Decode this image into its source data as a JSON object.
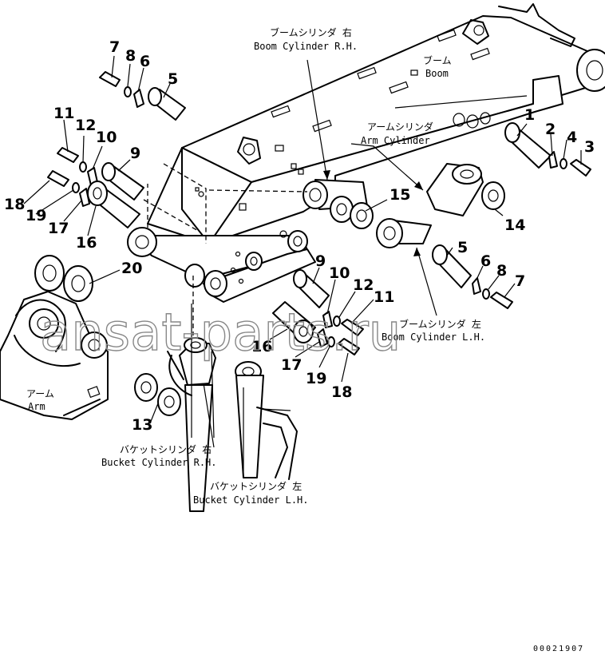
{
  "labels": {
    "boom_cyl_rh_jp": "ブームシリンダ 右",
    "boom_cyl_rh_en": "Boom Cylinder R.H.",
    "boom_jp": "ブーム",
    "boom_en": "Boom",
    "arm_cyl_jp": "アームシリンダ",
    "arm_cyl_en": "Arm Cylinder",
    "boom_cyl_lh_jp": "ブームシリンダ 左",
    "boom_cyl_lh_en": "Boom Cylinder L.H.",
    "arm_jp": "アーム",
    "arm_en": "Arm",
    "bucket_cyl_rh_jp": "バケットシリンダ 右",
    "bucket_cyl_rh_en": "Bucket Cylinder R.H.",
    "bucket_cyl_lh_jp": "バケットシリンダ 左",
    "bucket_cyl_lh_en": "Bucket Cylinder L.H."
  },
  "part_numbers": {
    "p7a": "7",
    "p8a": "8",
    "p6a": "6",
    "p5a": "5",
    "p11a": "11",
    "p12a": "12",
    "p10a": "10",
    "p9a": "9",
    "p18a": "18",
    "p19a": "19",
    "p17a": "17",
    "p16a": "16",
    "p20": "20",
    "p1": "1",
    "p2": "2",
    "p4": "4",
    "p3": "3",
    "p15": "15",
    "p14": "14",
    "p5b": "5",
    "p6b": "6",
    "p8b": "8",
    "p7b": "7",
    "p9b": "9",
    "p10b": "10",
    "p12b": "12",
    "p11b": "11",
    "p16b": "16",
    "p17b": "17",
    "p19b": "19",
    "p18b": "18",
    "p13": "13"
  },
  "watermark": "ansat-parts.ru",
  "drawing_code": "00021907"
}
